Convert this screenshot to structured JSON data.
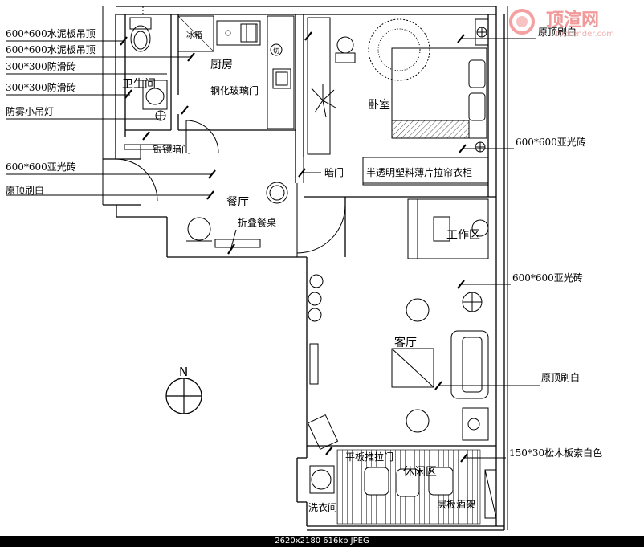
{
  "watermark": {
    "brand": "顶渲网",
    "url": "toprender.com"
  },
  "rooms": {
    "bathroom": "卫生间",
    "kitchen": "厨房",
    "bedroom": "卧室",
    "dining": "餐厅",
    "workspace": "工作区",
    "living": "客厅",
    "leisure": "休闲区",
    "laundry": "洗衣间"
  },
  "fixtures": {
    "fridge": "冰箱",
    "cut": "切"
  },
  "callouts": {
    "c1": "600*600水泥板吊顶",
    "c2": "600*600水泥板吊顶",
    "c3": "300*300防滑砖",
    "c4": "300*300防滑砖",
    "c5": "防雾小吊灯",
    "c6": "600*600亚光砖",
    "c7": "原顶刷白",
    "c8": "钢化玻璃门",
    "c9": "银镜暗门",
    "c10": "暗门",
    "c11": "半透明塑料薄片拉帘衣柜",
    "c12": "折叠餐桌",
    "c13": "原顶刷白",
    "c14": "600*600亚光砖",
    "c15": "600*600亚光砖",
    "c16": "原顶刷白",
    "c17": "平板推拉门",
    "c18": "150*30松木板索白色",
    "c19": "层板酒架"
  },
  "compass": {
    "north": "N"
  },
  "status": {
    "text": "2620x2180  616kb  JPEG"
  }
}
